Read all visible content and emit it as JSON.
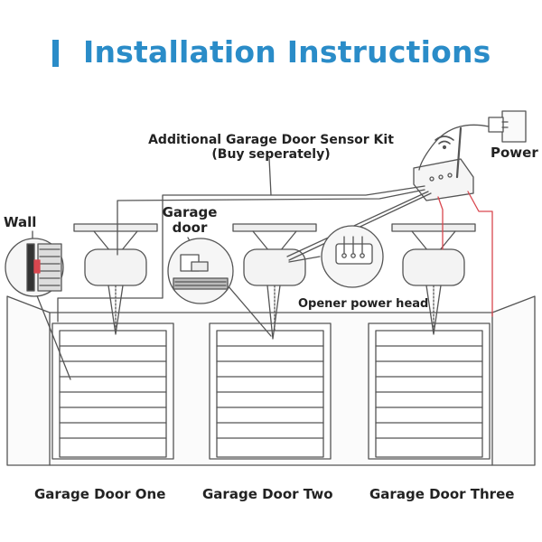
{
  "header": {
    "title": "Installation Instructions"
  },
  "labels": {
    "sensor_kit_line1": "Additional Garage Door Sensor Kit",
    "sensor_kit_line2": "(Buy seperately)",
    "power": "Power",
    "wall": "Wall",
    "garage_door_line1": "Garage",
    "garage_door_line2": "door",
    "opener_power_head": "Opener power head"
  },
  "doors": [
    {
      "name": "Garage Door One"
    },
    {
      "name": "Garage Door Two"
    },
    {
      "name": "Garage Door Three"
    }
  ],
  "colors": {
    "accent": "#2a8cc8",
    "line": "#555555",
    "red_wire": "#d9474f"
  }
}
